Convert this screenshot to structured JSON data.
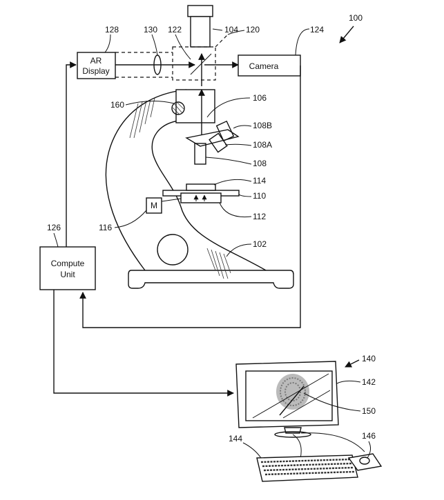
{
  "boxes": {
    "ar_display": {
      "line1": "AR",
      "line2": "Display"
    },
    "camera": {
      "label": "Camera"
    },
    "compute_unit": {
      "line1": "Compute",
      "line2": "Unit"
    },
    "motor": {
      "label": "M"
    }
  },
  "reference_numerals": {
    "n100": "100",
    "n102": "102",
    "n104": "104",
    "n106": "106",
    "n108": "108",
    "n108a": "108A",
    "n108b": "108B",
    "n110": "110",
    "n112": "112",
    "n114": "114",
    "n116": "116",
    "n120": "120",
    "n122": "122",
    "n124": "124",
    "n126": "126",
    "n128": "128",
    "n130": "130",
    "n140": "140",
    "n142": "142",
    "n144": "144",
    "n146": "146",
    "n150": "150",
    "n160": "160"
  }
}
